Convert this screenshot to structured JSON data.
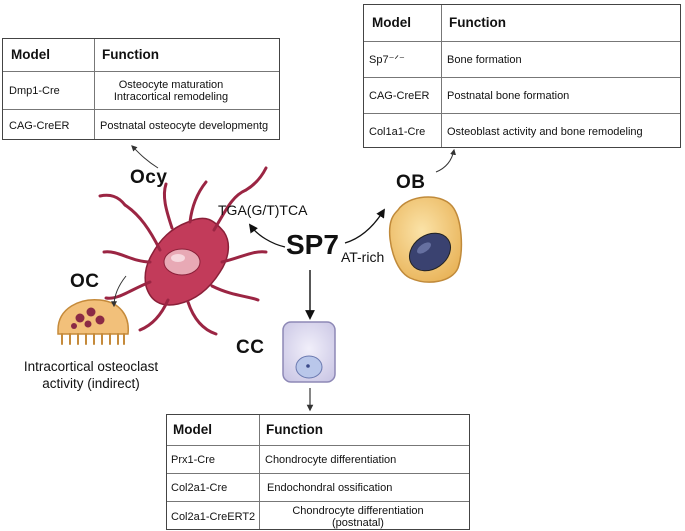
{
  "ocy_table": {
    "headers": [
      "Model",
      "Function"
    ],
    "rows": [
      [
        "Dmp1-Cre",
        "Osteocyte maturation",
        "Intracortical remodeling"
      ],
      [
        "CAG-CreER",
        "Postnatal osteocyte developmentg"
      ]
    ]
  },
  "ob_table": {
    "headers": [
      "Model",
      "Function"
    ],
    "rows": [
      [
        "Sp7⁻ᐟ⁻",
        "Bone formation"
      ],
      [
        "CAG-CreER",
        "Postnatal bone formation"
      ],
      [
        "Col1a1-Cre",
        "Osteoblast activity and bone remodeling"
      ]
    ]
  },
  "cc_table": {
    "headers": [
      "Model",
      "Function"
    ],
    "rows": [
      [
        "Prx1-Cre",
        "Chondrocyte differentiation"
      ],
      [
        "Col2a1-Cre",
        "Endochondral ossification"
      ],
      [
        "Col2a1-CreERT2",
        "Chondrocyte differentiation",
        "(postnatal)"
      ]
    ]
  },
  "labels": {
    "ocy": "Ocy",
    "ob": "OB",
    "oc": "OC",
    "cc": "CC",
    "sp7": "SP7",
    "sp7_sub": "AT-rich",
    "motif": "TGA(G/T)TCA",
    "oc_caption_1": "Intracortical osteoclast",
    "oc_caption_2": "activity (indirect)"
  },
  "colors": {
    "osteocyte_fill": "#c23b5a",
    "osteoblast_fill": "#f3c874",
    "osteoblast_nucleus": "#3a4270",
    "osteoclast_fill": "#f2c07a",
    "osteoclast_nuclei": "#8b2a45",
    "chondrocyte_fill": "#dcd9f0",
    "chondrocyte_nucleus": "#b9c7ea"
  }
}
